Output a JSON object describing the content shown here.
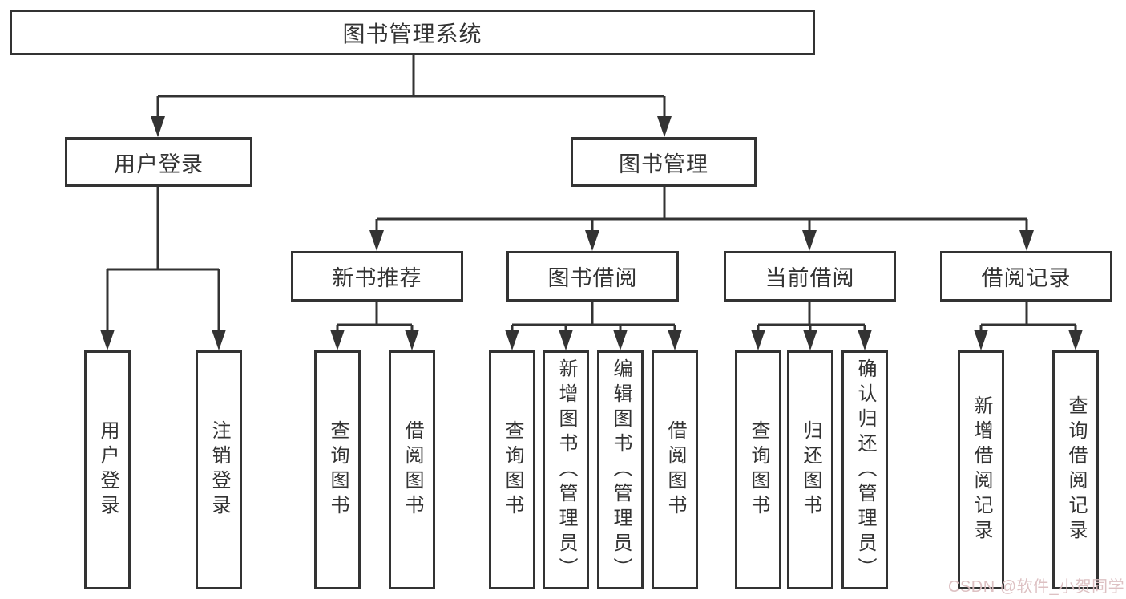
{
  "root": {
    "label": "图书管理系统"
  },
  "level2": [
    {
      "label": "用户登录"
    },
    {
      "label": "图书管理"
    }
  ],
  "level3": [
    {
      "label": "新书推荐",
      "parent": "图书管理"
    },
    {
      "label": "图书借阅",
      "parent": "图书管理"
    },
    {
      "label": "当前借阅",
      "parent": "图书管理"
    },
    {
      "label": "借阅记录",
      "parent": "图书管理"
    }
  ],
  "leaves": [
    {
      "label": "用户登录",
      "parent": "用户登录"
    },
    {
      "label": "注销登录",
      "parent": "用户登录"
    },
    {
      "label": "查询图书",
      "parent": "新书推荐"
    },
    {
      "label": "借阅图书",
      "parent": "新书推荐"
    },
    {
      "label": "查询图书",
      "parent": "图书借阅"
    },
    {
      "label": "新增图书（管理员）",
      "parent": "图书借阅"
    },
    {
      "label": "编辑图书（管理员）",
      "parent": "图书借阅"
    },
    {
      "label": "借阅图书",
      "parent": "图书借阅"
    },
    {
      "label": "查询图书",
      "parent": "当前借阅"
    },
    {
      "label": "归还图书",
      "parent": "当前借阅"
    },
    {
      "label": "确认归还（管理员）",
      "parent": "当前借阅"
    },
    {
      "label": "新增借阅记录",
      "parent": "借阅记录"
    },
    {
      "label": "查询借阅记录",
      "parent": "借阅记录"
    }
  ],
  "watermark": {
    "text": "CSDN @软件_小贺同学"
  },
  "colors": {
    "line": "#333333",
    "box_border": "#333333",
    "text": "#333333",
    "background": "#ffffff",
    "watermark": "#dbbec0"
  }
}
